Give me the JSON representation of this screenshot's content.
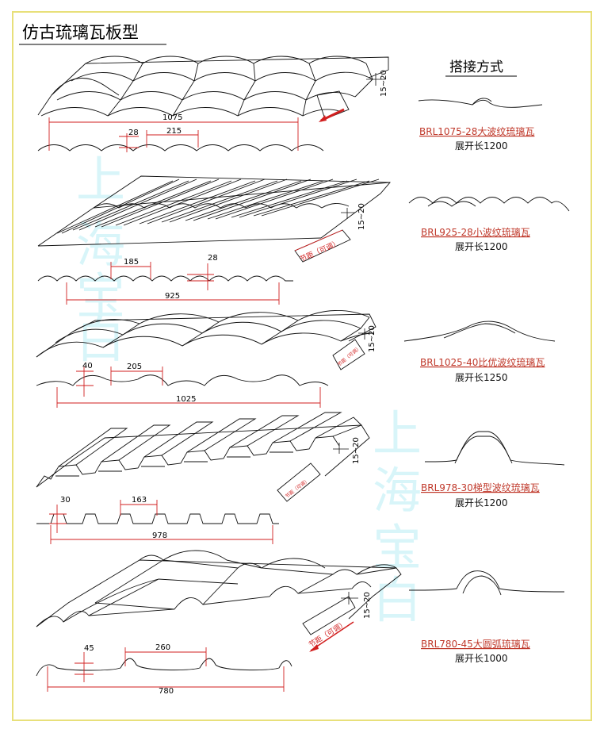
{
  "title": "仿古琉璃瓦板型",
  "overlap_heading": "搭接方式",
  "watermark_chars": [
    "上",
    "海",
    "宝",
    "白"
  ],
  "pitch_label": "节距（可调）",
  "overlap_dim": "15~20",
  "colors": {
    "frame": "#e8e07a",
    "accent": "#d11f1f",
    "line": "#111111",
    "watermark": "#b9eef5"
  },
  "profiles": [
    {
      "id": "brl1075",
      "name": "BRL1075-28大波纹琉璃瓦",
      "unfold": "展开长1200",
      "width": "1075",
      "height_dim": "28",
      "pitch_dim": "215"
    },
    {
      "id": "brl925",
      "name": "BRL925-28小波纹琉璃瓦",
      "unfold": "展开长1200",
      "width": "925",
      "height_dim": "28",
      "pitch_dim": "185"
    },
    {
      "id": "brl1025",
      "name": "BRL1025-40比优波纹琉璃瓦",
      "unfold": "展开长1250",
      "width": "1025",
      "height_dim": "40",
      "pitch_dim": "205"
    },
    {
      "id": "brl978",
      "name": "BRL978-30梯型波纹琉璃瓦",
      "unfold": "展开长1200",
      "width": "978",
      "height_dim": "30",
      "pitch_dim": "163"
    },
    {
      "id": "brl780",
      "name": "BRL780-45大圆弧琉璃瓦",
      "unfold": "展开长1000",
      "width": "780",
      "height_dim": "45",
      "pitch_dim": "260"
    }
  ]
}
